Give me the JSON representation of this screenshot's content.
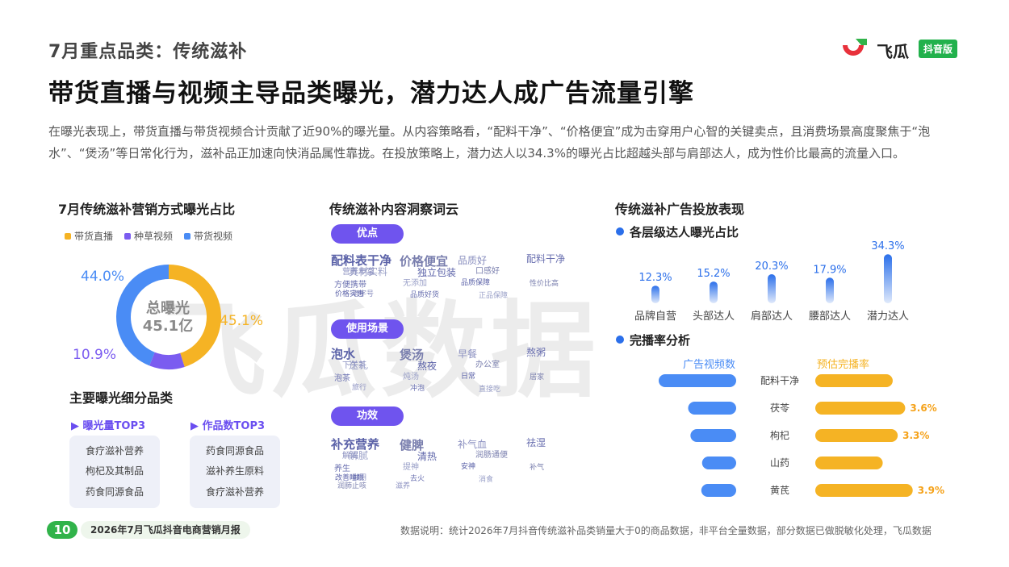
{
  "header": {
    "section_title": "7月重点品类：传统滋补",
    "headline": "带货直播与视频主导品类曝光，潜力达人成广告流量引擎",
    "summary": "在曝光表现上，带货直播与带货视频合计贡献了近90%的曝光量。从内容策略看，“配料干净”、“价格便宜”成为击穿用户心智的关键卖点，且消费场景高度聚焦于“泡水”、“煲汤”等日常化行为，滋补品正加速向快消品属性靠拢。在投放策略上，潜力达人以34.3%的曝光占比超越头部与肩部达人，成为性价比最高的流量入口。"
  },
  "logo": {
    "name": "飞瓜",
    "badge": "抖音版",
    "watermark": "飞瓜数据"
  },
  "colors": {
    "orange": "#f5b324",
    "purple": "#7b5cf0",
    "blue": "#4a8cf5",
    "green": "#31b34a"
  },
  "donut": {
    "title": "7月传统滋补营销方式曝光占比",
    "center_label": "总曝光",
    "center_value": "45.1亿"
  },
  "top_categories": {
    "title": "主要曝光细分品类",
    "exposure_title": "▶ 曝光量TOP3",
    "exposure_items": [
      "食疗滋补营养",
      "枸杞及其制品",
      "药食同源食品"
    ],
    "works_title": "▶ 作品数TOP3",
    "works_items": [
      "药食同源食品",
      "滋补养生原料",
      "食疗滋补营养"
    ]
  },
  "wordcloud": {
    "title": "传统滋补内容洞察词云",
    "sections": [
      {
        "label": "优点",
        "words": [
          "配料表干净",
          "价格便宜",
          "品质好",
          "配料干净",
          "真材实料",
          "独立包装",
          "口感好",
          "营养丰富",
          "方便携带",
          "无添加",
          "品质保障",
          "性价比高",
          "老字号",
          "品质好货",
          "正品保障",
          "价格实惠"
        ]
      },
      {
        "label": "使用场景",
        "words": [
          "泡水",
          "煲汤",
          "早餐",
          "熬粥",
          "送礼",
          "熬夜",
          "办公室",
          "下午茶",
          "泡茶",
          "炖汤",
          "日常",
          "居家",
          "旅行",
          "冲泡",
          "直接吃"
        ]
      },
      {
        "label": "功效",
        "words": [
          "补充营养",
          "健脾",
          "补气血",
          "祛湿",
          "解腻",
          "清热",
          "润肠通便",
          "解渴",
          "养生",
          "提神",
          "安神",
          "补气",
          "滋阴",
          "去火",
          "消食",
          "改善睡眠",
          "润肺止咳",
          "滋养"
        ]
      }
    ]
  },
  "ad_panel": {
    "title": "传统滋补广告投放表现",
    "exposure_subtitle": "各层级达人曝光占比",
    "completion_subtitle": "完播率分析",
    "completion_left_legend": "广告视频数",
    "completion_right_legend": "预估完播率"
  },
  "footer": {
    "page_num": "10",
    "report_name": "2026年7月飞瓜抖音电商营销月报",
    "note": "数据说明：统计2026年7月抖音传统滋补品类销量大于0的商品数据，非平台全量数据，部分数据已做脱敏化处理，飞瓜数据"
  },
  "chart_data": [
    {
      "type": "pie",
      "title": "7月传统滋补营销方式曝光占比",
      "series": [
        {
          "name": "带货直播",
          "value": 45.1,
          "label": "45.1%",
          "color": "#f5b324"
        },
        {
          "name": "种草视频",
          "value": 10.9,
          "label": "10.9%",
          "color": "#7b5cf0"
        },
        {
          "name": "带货视频",
          "value": 44.0,
          "label": "44.0%",
          "color": "#4a8cf5"
        }
      ],
      "legend": "top"
    },
    {
      "type": "bar",
      "title": "各层级达人曝光占比",
      "categories": [
        "品牌自营",
        "头部达人",
        "肩部达人",
        "腰部达人",
        "潜力达人"
      ],
      "values": [
        12.3,
        15.2,
        20.3,
        17.9,
        34.3
      ],
      "labels": [
        "12.3%",
        "15.2%",
        "20.3%",
        "17.9%",
        "34.3%"
      ],
      "ylim": [
        0,
        35
      ]
    },
    {
      "type": "bar",
      "title": "完播率分析",
      "categories": [
        "配料干净",
        "茯苓",
        "枸杞",
        "山药",
        "黄芪"
      ],
      "series": [
        {
          "name": "广告视频数",
          "values": [
            1.0,
            0.62,
            0.59,
            0.44,
            0.45
          ]
        },
        {
          "name": "预估完播率",
          "values": [
            3.1,
            3.6,
            3.3,
            2.7,
            3.9
          ],
          "labels": [
            "",
            "3.6%",
            "3.3%",
            "",
            "3.9%"
          ]
        }
      ]
    }
  ]
}
